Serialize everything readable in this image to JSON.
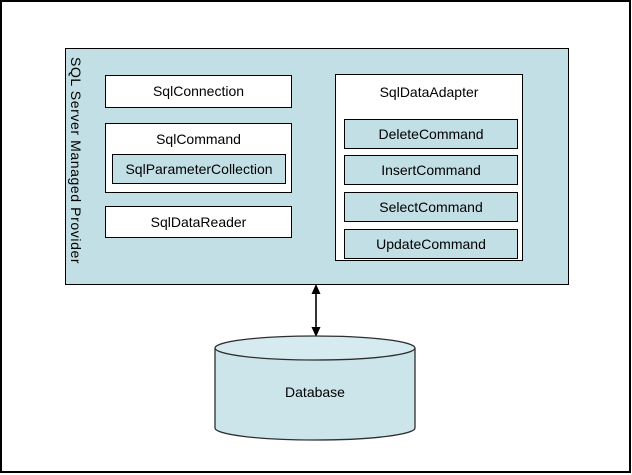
{
  "colors": {
    "container_fill": "#C2DFE5",
    "white_box_fill": "#FFFFFF",
    "command_box_fill": "#C2DFE5",
    "cylinder_body_fill": "#CBE5EB",
    "cylinder_top_fill": "#D6EBF0",
    "stroke": "#000000"
  },
  "provider": {
    "label": "SQL Server Managed Provider",
    "boxes": {
      "connection": "SqlConnection",
      "command": "SqlCommand",
      "parameter_collection": "SqlParameterCollection",
      "data_reader": "SqlDataReader",
      "data_adapter": "SqlDataAdapter"
    },
    "adapter_commands": [
      "DeleteCommand",
      "InsertCommand",
      "SelectCommand",
      "UpdateCommand"
    ]
  },
  "database": {
    "label": "Database"
  }
}
